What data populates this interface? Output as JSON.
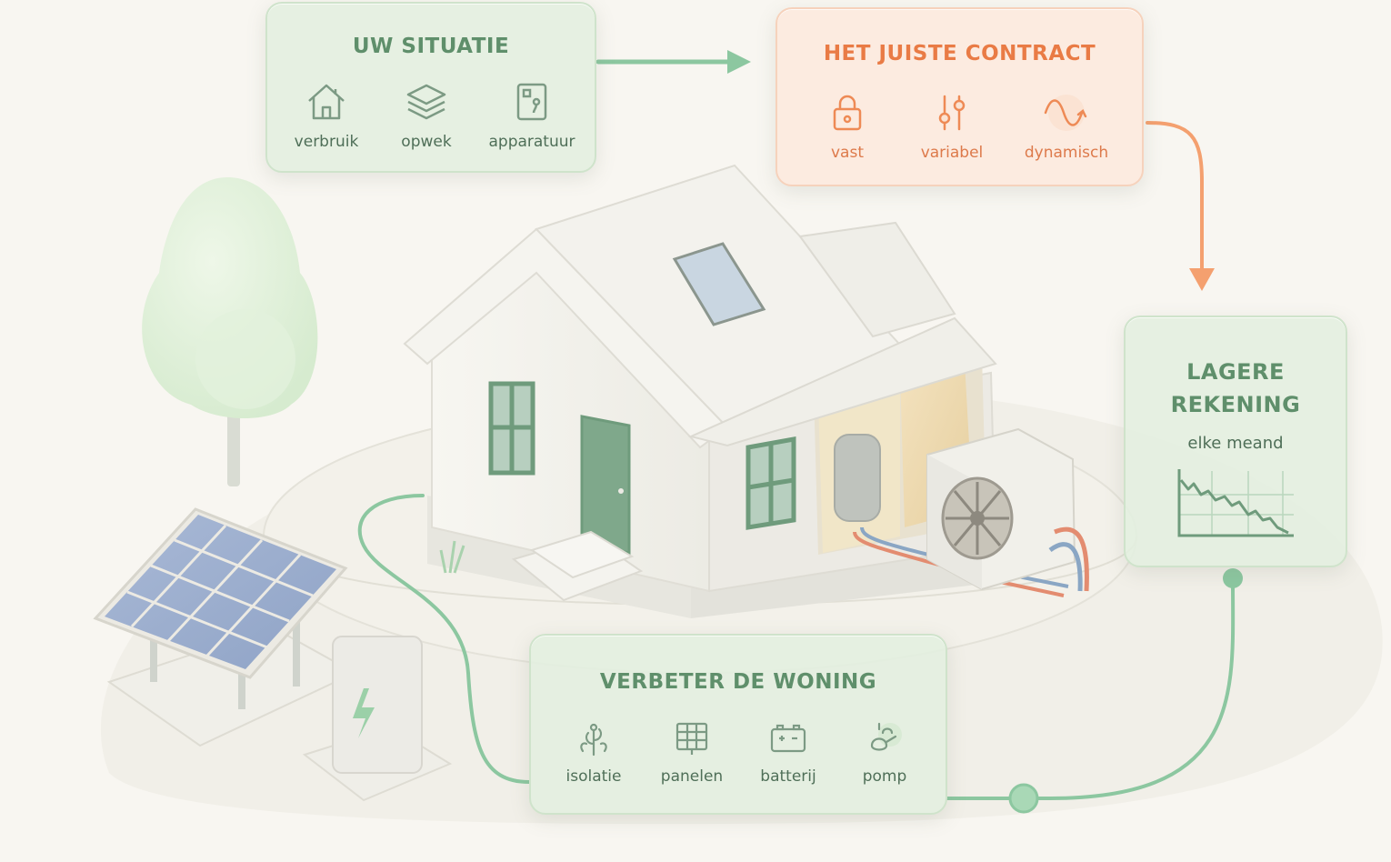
{
  "cards": {
    "situatie": {
      "title": "UW SITUATIE",
      "items": [
        {
          "label": "verbruik",
          "icon": "house-icon"
        },
        {
          "label": "opwek",
          "icon": "layers-icon"
        },
        {
          "label": "apparatuur",
          "icon": "device-icon"
        }
      ]
    },
    "contract": {
      "title": "HET JUISTE CONTRACT",
      "items": [
        {
          "label": "vast",
          "icon": "lock-icon"
        },
        {
          "label": "variabel",
          "icon": "sliders-icon"
        },
        {
          "label": "dynamisch",
          "icon": "wave-icon"
        }
      ]
    },
    "rekening": {
      "title_line1": "LAGERE",
      "title_line2": "REKENING",
      "subtitle": "elke meand",
      "icon": "descending-chart-icon"
    },
    "woning": {
      "title": "VERBETER DE WONING",
      "items": [
        {
          "label": "isolatie",
          "icon": "insulation-icon"
        },
        {
          "label": "panelen",
          "icon": "solar-panel-icon"
        },
        {
          "label": "batterij",
          "icon": "battery-icon"
        },
        {
          "label": "pomp",
          "icon": "pump-icon"
        }
      ]
    }
  },
  "colors": {
    "green_text": "#5f8f6b",
    "orange_text": "#e97b45",
    "green_connector": "#8cc7a0",
    "orange_connector": "#f4a06f",
    "background": "#f8f6f1"
  }
}
